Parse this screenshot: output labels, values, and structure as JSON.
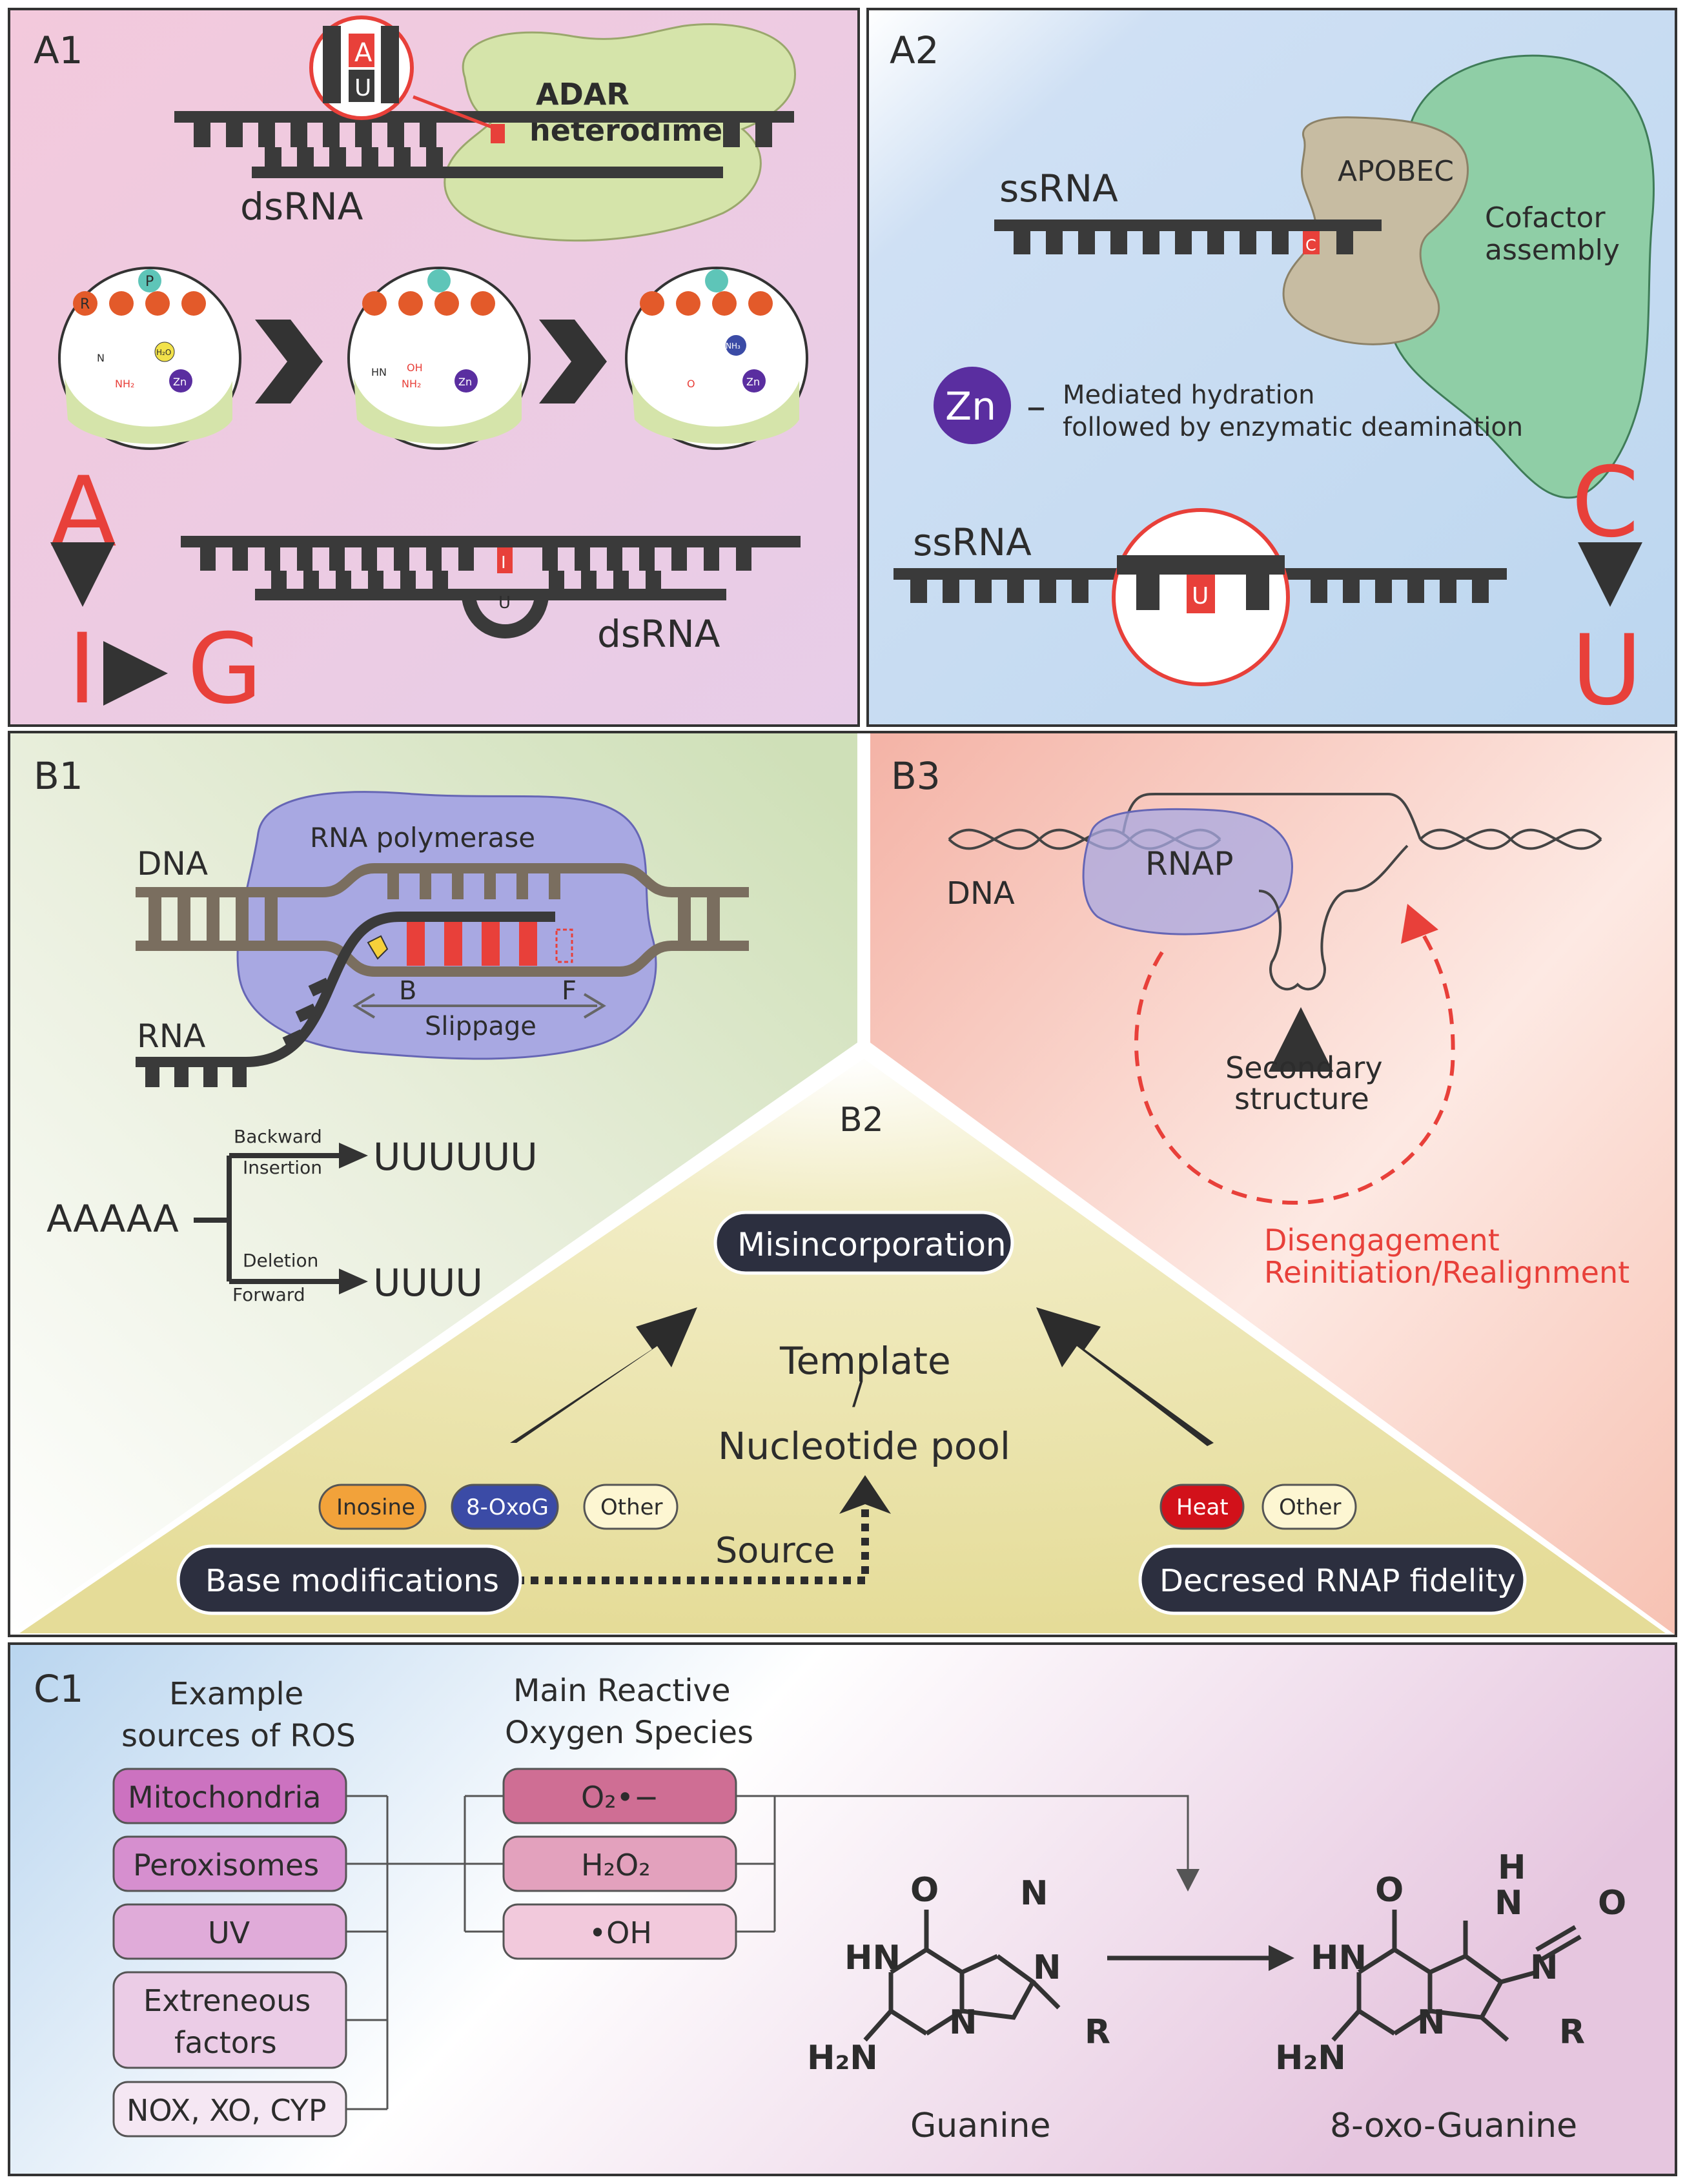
{
  "colors": {
    "accent_red": "#e8403a",
    "strand": "#3a3a3a",
    "a1_bg": "#f1cfe0",
    "a2_bg": "#c9ddf3",
    "adar": "#d3e3a8",
    "apobec": "#c9bfa4",
    "cofactor": "#8fcea6",
    "rnap": "#a8a8e2",
    "zn": "#5a2ea0",
    "dark_pill": "#2c2f3f",
    "inosine": "#f2a23a",
    "oxog": "#3b4ba6",
    "heat": "#d2111a",
    "other": "#fdf6d2",
    "c1_box1": "#cc72c0",
    "c1_box5": "#f5e7f3",
    "ros1": "#cf6e94",
    "ros3": "#f2c9dc"
  },
  "icons": [
    "zinc-ion-icon",
    "phosphate-icon",
    "ribose-icon",
    "chevron-right-icon",
    "magnifier-circle-icon"
  ],
  "panels": {
    "a1": {
      "label": "A1",
      "enzyme": "ADAR",
      "enzyme2": "heterodimer",
      "strand": "dsRNA",
      "strand2": "dsRNA",
      "zoom_top": "A",
      "zoom_bottom": "U",
      "mech_p": "P",
      "mech_r": "R",
      "mech_zn": "Zn",
      "mech_h2o": "H₂O",
      "mech_nh3": "NH₃",
      "mech_nh2": "NH₂",
      "mech_oh": "OH",
      "mech_o": "O",
      "mech_n": "N",
      "mech_hn": "HN",
      "big_a": "A",
      "big_i": "I",
      "big_g": "G",
      "edit_top": "I",
      "edit_bottom": "U"
    },
    "a2": {
      "label": "A2",
      "strand1": "ssRNA",
      "enzyme": "APOBEC",
      "cofactor": "Cofactor assembly",
      "cofactor_l1": "Cofactor",
      "cofactor_l2": "assembly",
      "edit_c": "C",
      "zn": "Zn",
      "dash": "–",
      "hydration_l1": "Mediated hydration",
      "hydration_l2": "followed by enzymatic deamination",
      "strand2": "ssRNA",
      "edit_u": "U",
      "big_c": "C",
      "big_u": "U"
    },
    "b1": {
      "label": "B1",
      "dna": "DNA",
      "enzyme": "RNA polymerase",
      "rna": "RNA",
      "b": "B",
      "f": "F",
      "slippage": "Slippage",
      "source_seq": "AAAAA",
      "backward": "Backward",
      "insertion": "Insertion",
      "insert_seq": "UUUUUU",
      "deletion": "Deletion",
      "forward": "Forward",
      "delete_seq": "UUUU"
    },
    "b3": {
      "label": "B3",
      "enzyme": "RNAP",
      "dna": "DNA",
      "secondary_l1": "Secondary",
      "secondary_l2": "structure",
      "result_l1": "Disengagement",
      "result_l2": "Reinitiation/Realignment"
    },
    "b2": {
      "label": "B2",
      "center": "Misincorporation",
      "template": "Template",
      "slash": "/",
      "pool": "Nucleotide pool",
      "source": "Source",
      "left_tags": [
        "Inosine",
        "8-OxoG",
        "Other"
      ],
      "left_pill": "Base modifications",
      "right_tags": [
        "Heat",
        "Other"
      ],
      "right_pill": "Decresed RNAP fidelity"
    },
    "c1": {
      "label": "C1",
      "sources_title_l1": "Example",
      "sources_title_l2": "sources of ROS",
      "sources": [
        "Mitochondria",
        "Peroxisomes",
        "UV",
        "Extreneous factors",
        "NOX, XO, CYP"
      ],
      "source4_l1": "Extreneous",
      "source4_l2": "factors",
      "ros_title_l1": "Main Reactive",
      "ros_title_l2": "Oxygen Species",
      "ros": [
        "O₂•−",
        "H₂O₂",
        "•OH"
      ],
      "guanine": "Guanine",
      "oxoguanine": "8-oxo-Guanine",
      "atom_o": "O",
      "atom_n": "N",
      "atom_hn": "HN",
      "atom_h2n": "H₂N",
      "atom_r": "R",
      "atom_h": "H"
    }
  }
}
